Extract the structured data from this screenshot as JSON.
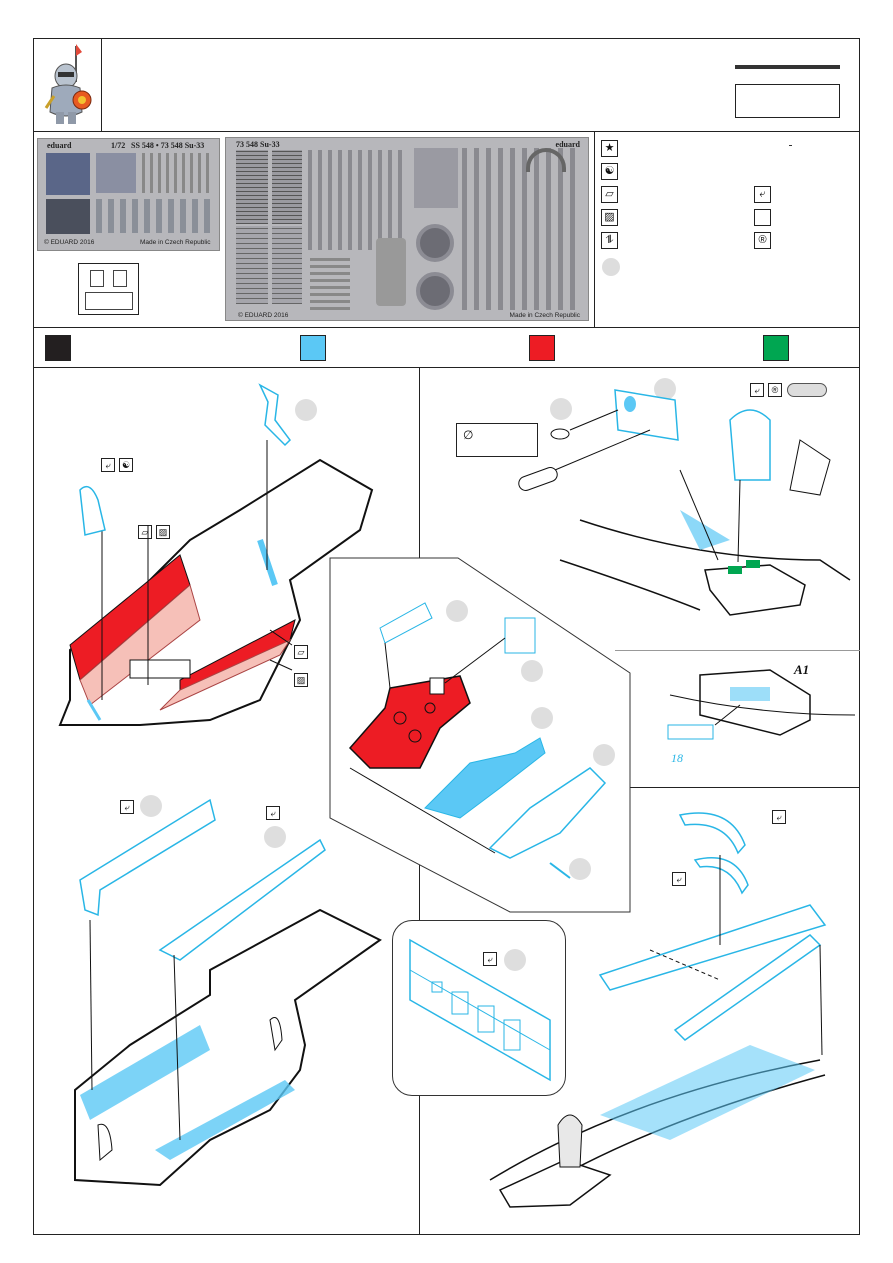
{
  "colors": {
    "black": "#231f20",
    "blue": "#5bc8f5",
    "red": "#ed1c24",
    "green": "#00a651",
    "pink": "#f6c0b8",
    "line": "#29b6e6"
  },
  "sheet_small": {
    "scale": "1/72",
    "title": "SS 548 • 73 548 Su-33",
    "brand": "eduard",
    "copyright": "© EDUARD 2016",
    "made": "Made in Czech Republic"
  },
  "sheet_big": {
    "title": "73 548 Su-33",
    "brand": "eduard",
    "copyright": "© EDUARD 2016",
    "made": "Made in Czech Republic"
  },
  "detail_callout": {
    "label": "A1",
    "part": "18"
  },
  "diameter": {
    "symbol": "∅"
  },
  "icons": {
    "bend": "bend-icon",
    "yinyang": "yinyang-icon",
    "remove": "remove-icon",
    "star": "star-icon"
  }
}
